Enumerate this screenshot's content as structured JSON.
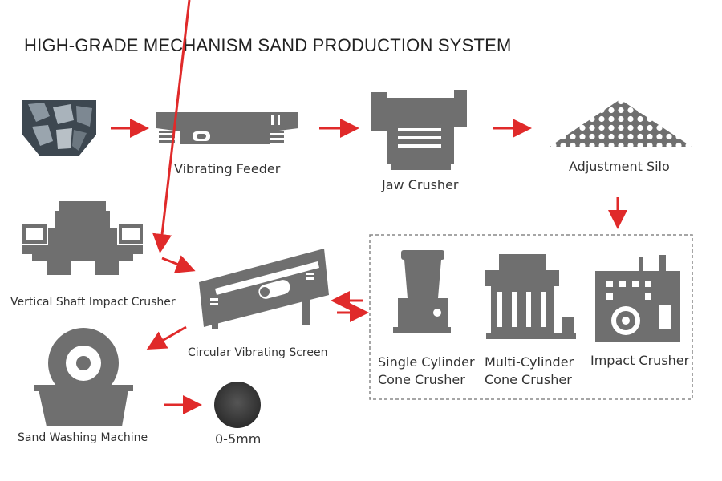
{
  "title": "HIGH-GRADE MECHANISM SAND PRODUCTION SYSTEM",
  "colors": {
    "machine": "#6f6f6f",
    "arrow": "#e02a2a",
    "dashed_box": "#888888",
    "text": "#333333"
  },
  "nodes": {
    "raw_material": {
      "label": ""
    },
    "vibrating_feeder": {
      "label": "Vibrating Feeder"
    },
    "jaw_crusher": {
      "label": "Jaw Crusher"
    },
    "adjustment_silo": {
      "label": "Adjustment Silo"
    },
    "vsi_crusher": {
      "label": "Vertical Shaft Impact Crusher"
    },
    "circular_screen": {
      "label": "Circular Vibrating Screen"
    },
    "single_cone": {
      "label_line1": "Single Cylinder",
      "label_line2": "Cone Crusher"
    },
    "multi_cone": {
      "label_line1": "Multi-Cylinder",
      "label_line2": "Cone Crusher"
    },
    "impact_crusher": {
      "label": "Impact Crusher"
    },
    "sand_washer": {
      "label": "Sand Washing Machine"
    },
    "product": {
      "label": "0-5mm"
    }
  }
}
